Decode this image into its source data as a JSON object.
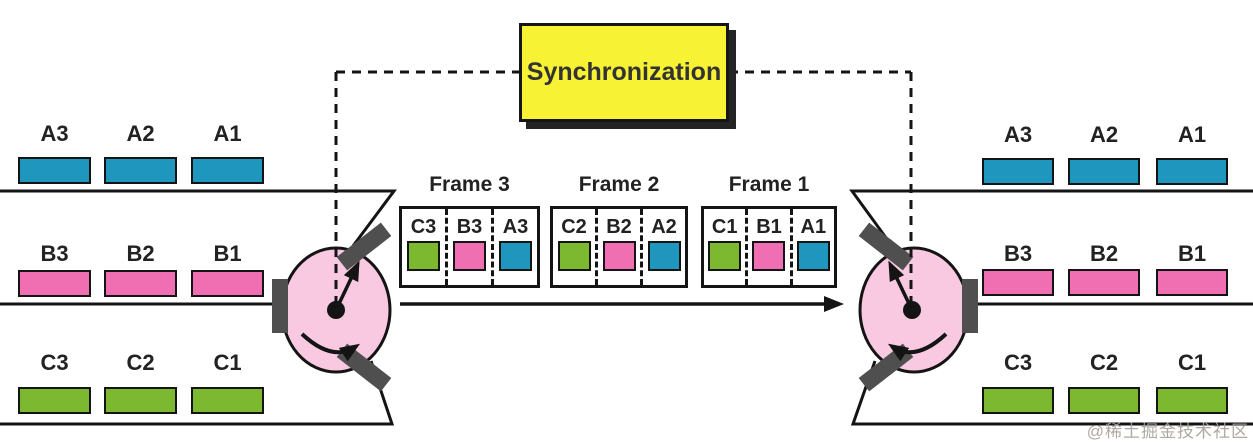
{
  "palette": {
    "slot_blue": "#1e96be",
    "slot_pink": "#f06eb2",
    "slot_green": "#7cb931",
    "switch_fill": "#f9c9e1",
    "tab_gray": "#4f4f4f",
    "sync_yellow": "#f7f233",
    "ink": "#151515",
    "watermark_gray": "#a6a099"
  },
  "sync_box": {
    "label": "Synchronization"
  },
  "left_mux": {
    "rows": [
      {
        "line": "A",
        "color": "blue",
        "labels": [
          "A3",
          "A2",
          "A1"
        ]
      },
      {
        "line": "B",
        "color": "pink",
        "labels": [
          "B3",
          "B2",
          "B1"
        ]
      },
      {
        "line": "C",
        "color": "green",
        "labels": [
          "C3",
          "C2",
          "C1"
        ]
      }
    ]
  },
  "right_demux": {
    "rows": [
      {
        "line": "A",
        "color": "blue",
        "labels": [
          "A3",
          "A2",
          "A1"
        ]
      },
      {
        "line": "B",
        "color": "pink",
        "labels": [
          "B3",
          "B2",
          "B1"
        ]
      },
      {
        "line": "C",
        "color": "green",
        "labels": [
          "C3",
          "C2",
          "C1"
        ]
      }
    ]
  },
  "frames": [
    {
      "title": "Frame 3",
      "slots": [
        {
          "label": "C3",
          "color": "green"
        },
        {
          "label": "B3",
          "color": "pink"
        },
        {
          "label": "A3",
          "color": "blue"
        }
      ]
    },
    {
      "title": "Frame 2",
      "slots": [
        {
          "label": "C2",
          "color": "green"
        },
        {
          "label": "B2",
          "color": "pink"
        },
        {
          "label": "A2",
          "color": "blue"
        }
      ]
    },
    {
      "title": "Frame 1",
      "slots": [
        {
          "label": "C1",
          "color": "green"
        },
        {
          "label": "B1",
          "color": "pink"
        },
        {
          "label": "A1",
          "color": "blue"
        }
      ]
    }
  ],
  "watermark": {
    "text": "@稀土掘金技术社区"
  }
}
